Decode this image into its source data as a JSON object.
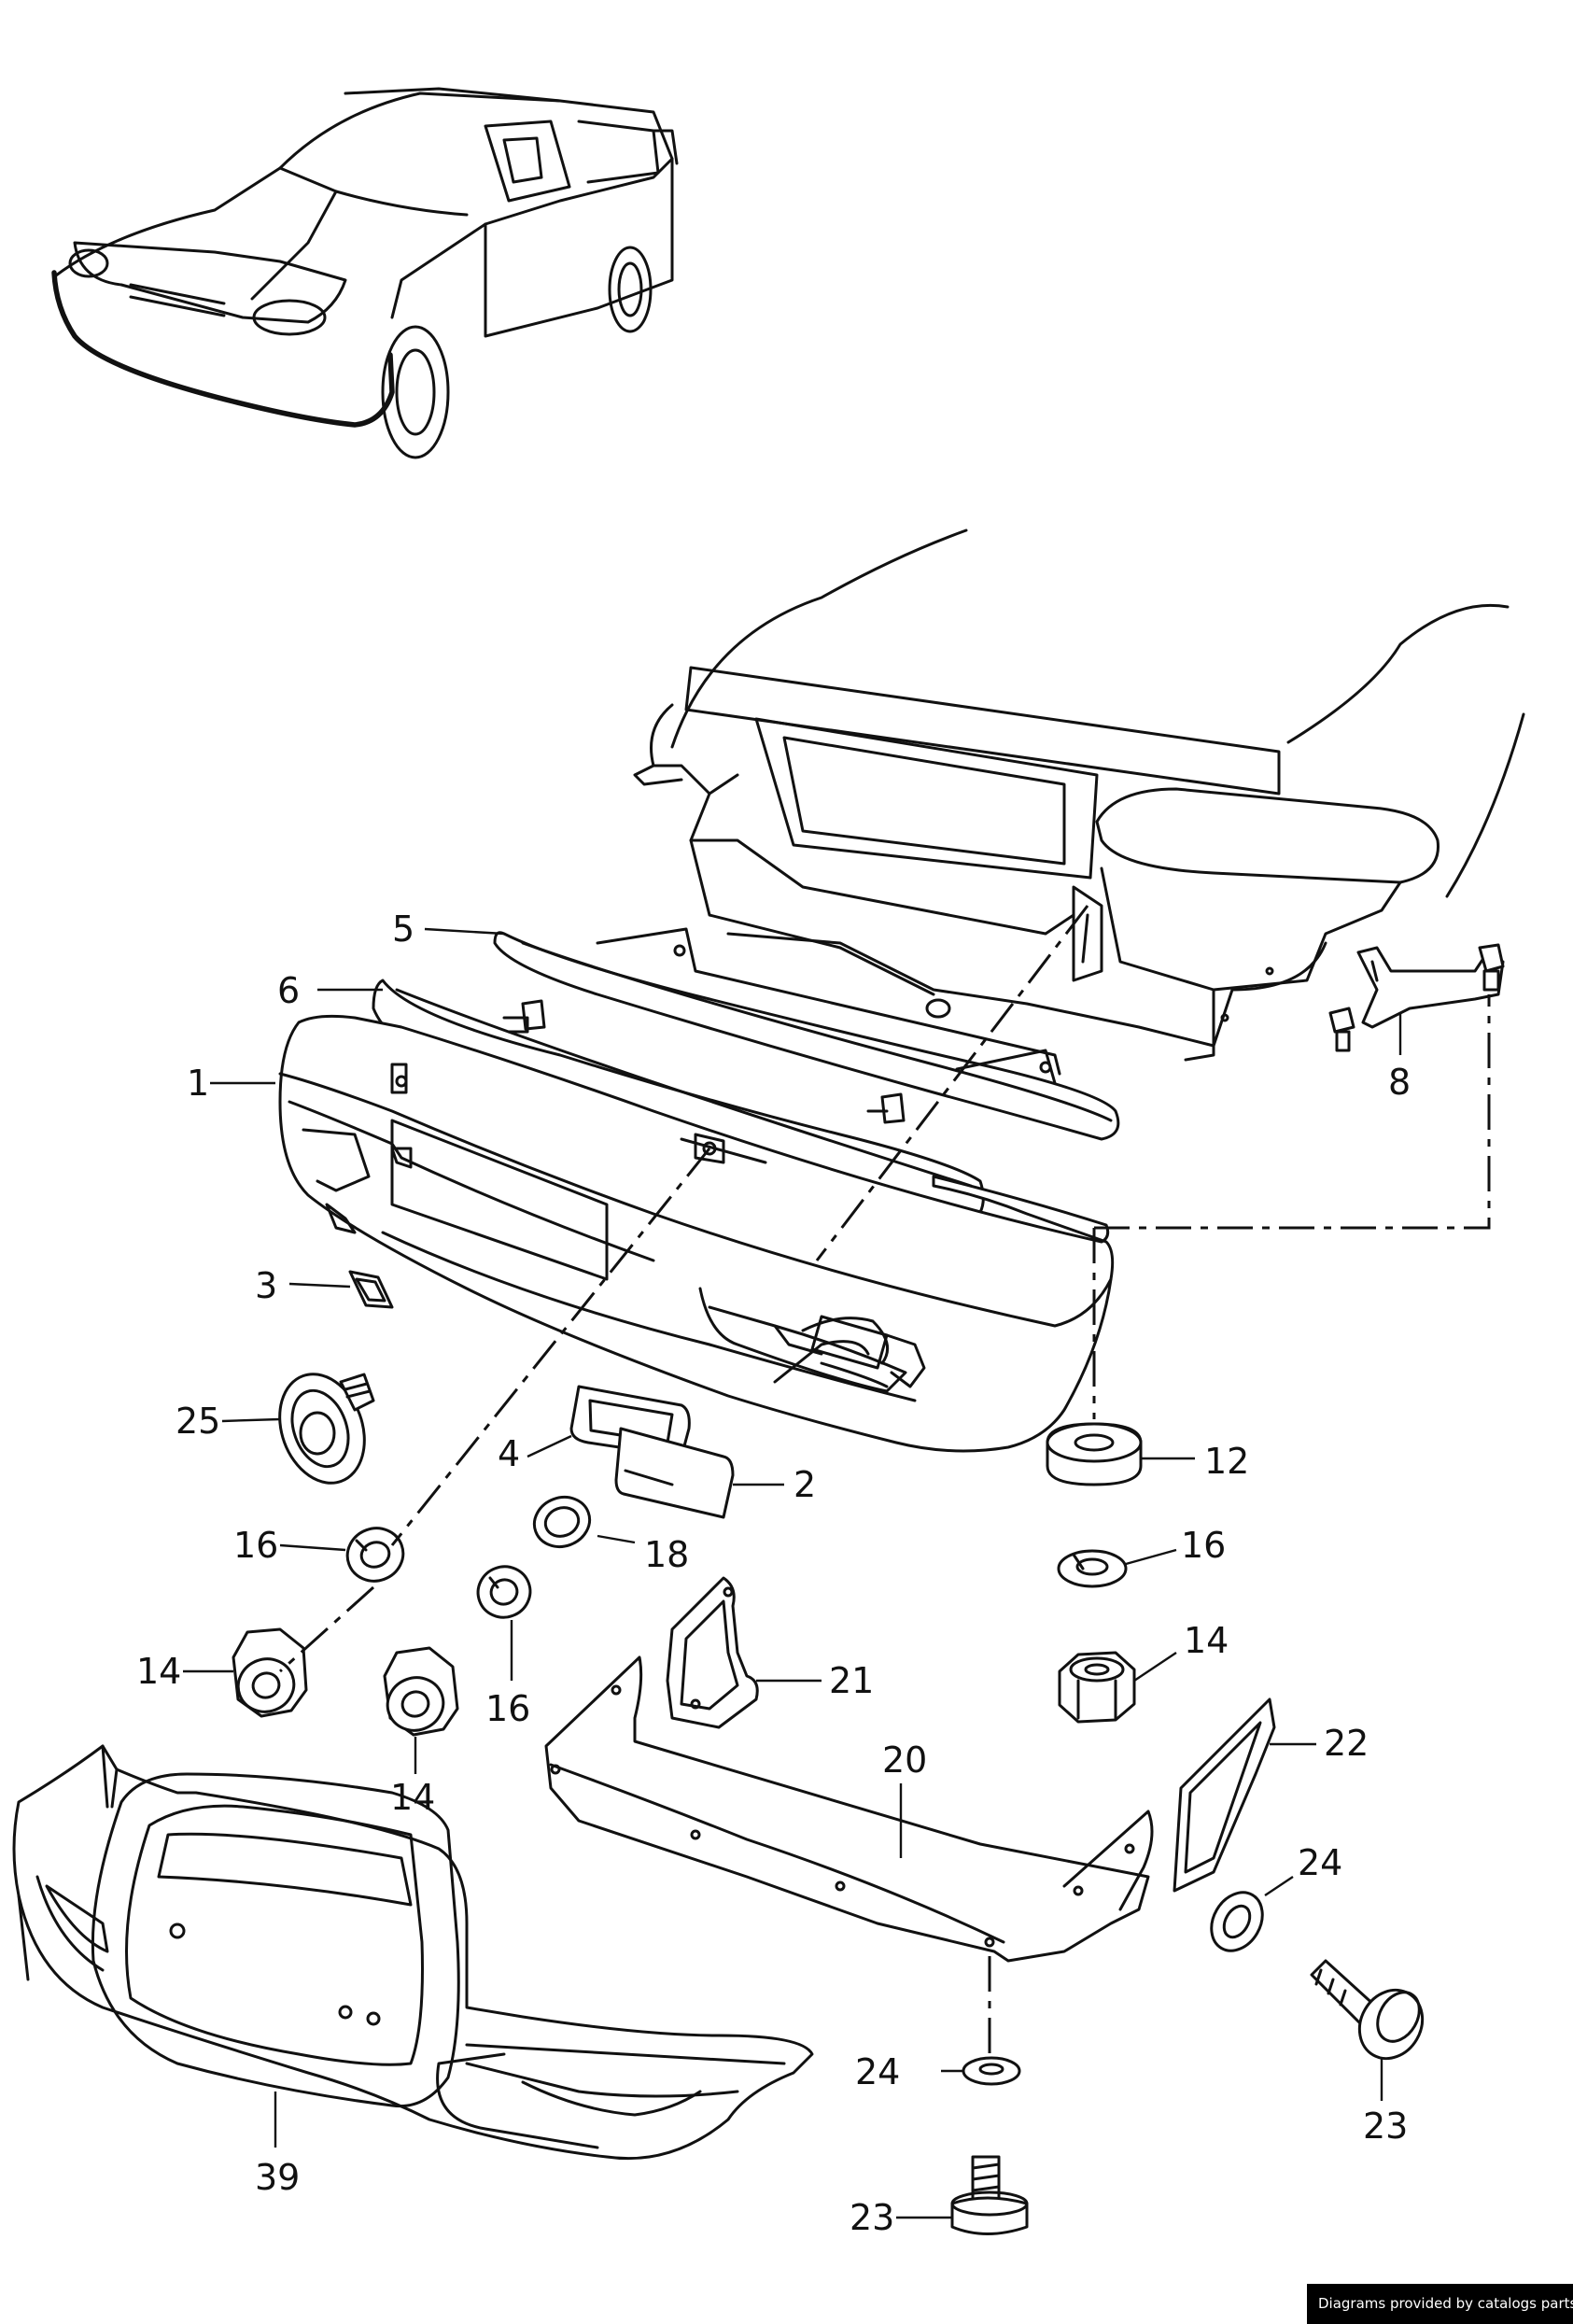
{
  "credit": "Diagrams provided by catalogs parts",
  "callouts": {
    "c1": "1",
    "c2": "2",
    "c3": "3",
    "c4": "4",
    "c5": "5",
    "c6": "6",
    "c8": "8",
    "c12": "12",
    "c14a": "14",
    "c14b": "14",
    "c14c": "14",
    "c16a": "16",
    "c16b": "16",
    "c16c": "16",
    "c18": "18",
    "c20": "20",
    "c21": "21",
    "c22": "22",
    "c23a": "23",
    "c23b": "23",
    "c24a": "24",
    "c24b": "24",
    "c25": "25",
    "c39": "39"
  }
}
